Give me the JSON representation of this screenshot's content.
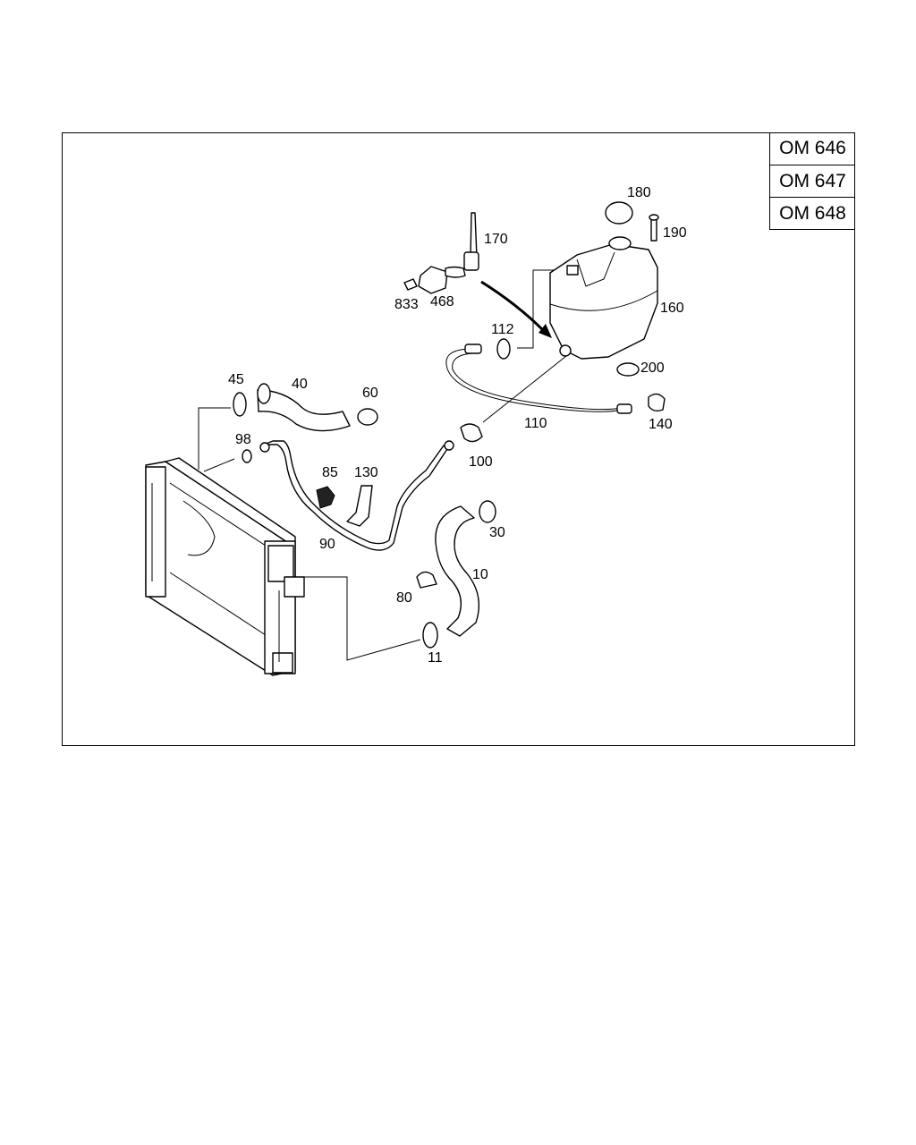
{
  "engine_codes": [
    "OM 646",
    "OM 647",
    "OM 648"
  ],
  "parts": [
    {
      "id": "p10",
      "label": "10"
    },
    {
      "id": "p11",
      "label": "11"
    },
    {
      "id": "p30",
      "label": "30"
    },
    {
      "id": "p40",
      "label": "40"
    },
    {
      "id": "p45",
      "label": "45"
    },
    {
      "id": "p60",
      "label": "60"
    },
    {
      "id": "p80",
      "label": "80"
    },
    {
      "id": "p85",
      "label": "85"
    },
    {
      "id": "p90",
      "label": "90"
    },
    {
      "id": "p98",
      "label": "98"
    },
    {
      "id": "p100",
      "label": "100"
    },
    {
      "id": "p110",
      "label": "110"
    },
    {
      "id": "p112",
      "label": "112"
    },
    {
      "id": "p130",
      "label": "130"
    },
    {
      "id": "p140",
      "label": "140"
    },
    {
      "id": "p160",
      "label": "160"
    },
    {
      "id": "p170",
      "label": "170"
    },
    {
      "id": "p180",
      "label": "180"
    },
    {
      "id": "p190",
      "label": "190"
    },
    {
      "id": "p200",
      "label": "200"
    },
    {
      "id": "p468",
      "label": "468"
    },
    {
      "id": "p833",
      "label": "833"
    }
  ]
}
